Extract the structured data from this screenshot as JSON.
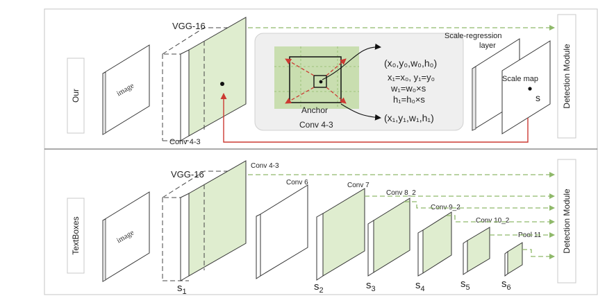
{
  "top": {
    "side_label": "Our",
    "image_label": "image",
    "vgg_label": "VGG-16",
    "conv_label": "Conv 4-3",
    "anchor_label": "Anchor",
    "anchor_conv_label": "Conv 4-3",
    "tuple0": "(x₀,y₀,w₀,h₀)",
    "tuple1": "(x₁,y₁,w₁,h₁)",
    "eq1": "x₁=x₀,  y₁=y₀",
    "eq2": "w₁=w₀×s",
    "eq3": "h₁=h₀×s",
    "scale_regression_line1": "Scale-regression",
    "scale_regression_line2": "layer",
    "scale_map_label": "Scale map",
    "scale_symbol": "s",
    "detection_label": "Detection Module"
  },
  "bottom": {
    "side_label": "TextBoxes",
    "image_label": "image",
    "vgg_label": "VGG-16",
    "detection_label": "Detection Module",
    "layers": [
      {
        "label": "Conv 4-3",
        "scale": "s",
        "sub": "1"
      },
      {
        "label": "Conv 6",
        "scale": "",
        "sub": ""
      },
      {
        "label": "Conv 7",
        "scale": "s",
        "sub": "2"
      },
      {
        "label": "Conv 8_2",
        "scale": "s",
        "sub": "3"
      },
      {
        "label": "Conv 9_2",
        "scale": "s",
        "sub": "4"
      },
      {
        "label": "Conv 10_2",
        "scale": "s",
        "sub": "5"
      },
      {
        "label": "Pool 11",
        "scale": "s",
        "sub": "6"
      }
    ]
  },
  "colors": {
    "feature_fill": "#dfedcf",
    "dashed_arrow": "#8fb96a",
    "red_arrow": "#cc3a32",
    "anchor_fill": "#c9deb0",
    "panel_fill": "#efefef",
    "panel_border": "#b0b0b0",
    "box_border": "#c8c8c8"
  }
}
